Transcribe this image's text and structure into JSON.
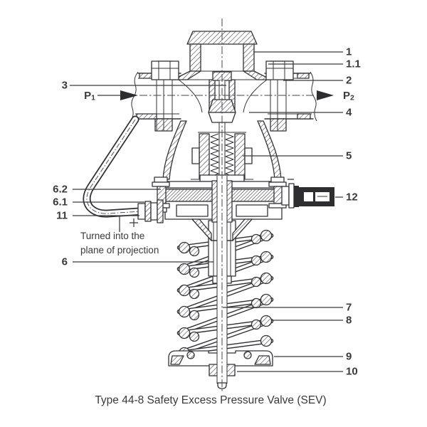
{
  "figure": {
    "caption": "Type 44-8 Safety Excess Pressure Valve (SEV)",
    "note": {
      "line1": "Turned into the",
      "line2": "plane of projection"
    },
    "flow": {
      "p1_letter": "P",
      "p1_sub": "1",
      "p2_letter": "P",
      "p2_sub": "2"
    },
    "callouts": {
      "c1": "1",
      "c1_1": "1.1",
      "c2": "2",
      "c3": "3",
      "c4": "4",
      "c5": "5",
      "c6": "6",
      "c6_1": "6.1",
      "c6_2": "6.2",
      "c7": "7",
      "c8": "8",
      "c9": "9",
      "c10": "10",
      "c11": "11",
      "c12": "12"
    },
    "colors": {
      "ink": "#333336",
      "label": "#3a3a3d"
    }
  }
}
